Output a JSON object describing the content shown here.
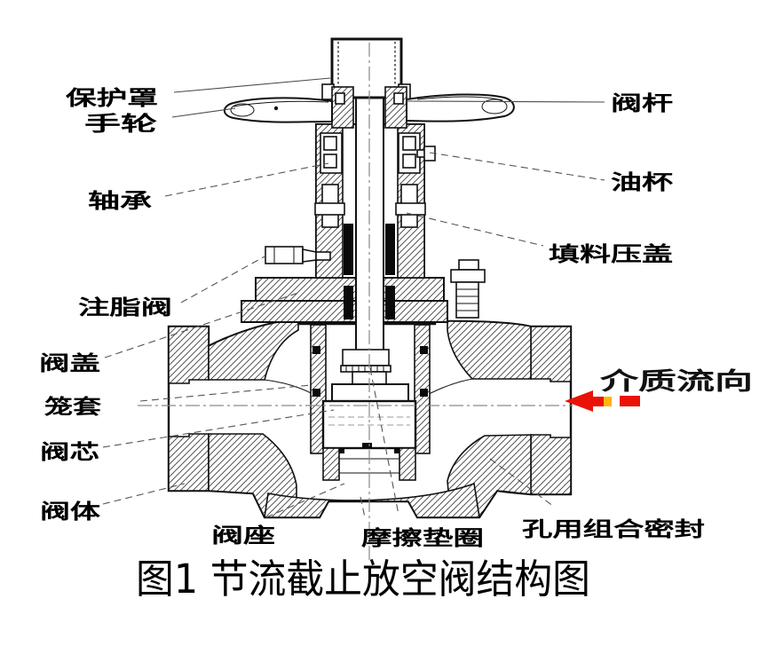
{
  "figure": {
    "caption": "图1 节流截止放空阀结构图"
  },
  "labels": {
    "protective_cover": "保护罩",
    "handwheel": "手轮",
    "bearing": "轴承",
    "grease_valve": "注脂阀",
    "bonnet": "阀盖",
    "cage": "笼套",
    "plug": "阀芯",
    "valve_body": "阀体",
    "stem": "阀杆",
    "oil_cup": "油杯",
    "packing_gland": "填料压盖",
    "seat": "阀座",
    "friction_washer": "摩擦垫圈",
    "hole_combined_seal": "孔用组合密封",
    "flow_direction": "介质流向"
  },
  "colors": {
    "arrow_red": "#ea1208",
    "arrow_yellow": "#ffb60a",
    "line": "#111111"
  }
}
